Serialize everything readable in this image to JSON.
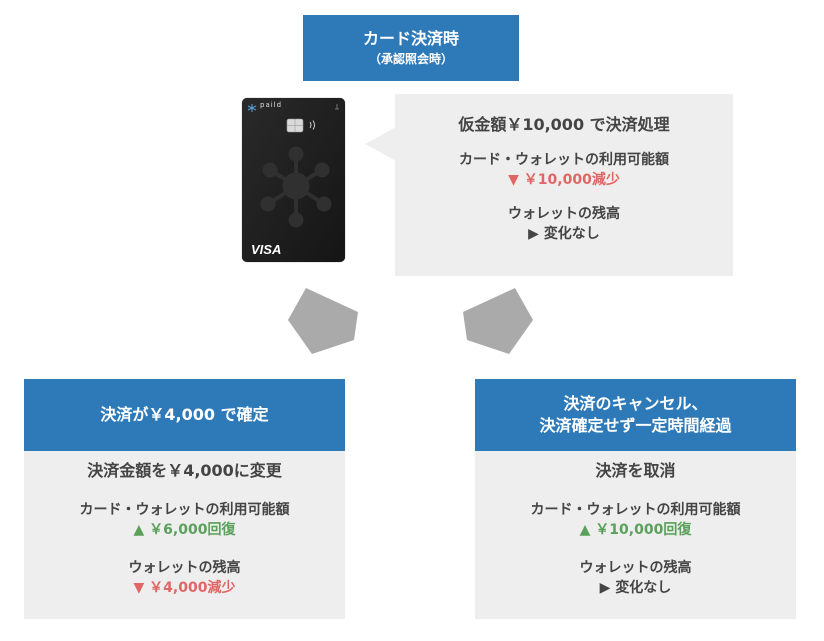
{
  "top": {
    "title": "カード決済時",
    "subtitle": "（承認照会時）"
  },
  "card": {
    "brand": "paild",
    "network": "VISA"
  },
  "auth_panel": {
    "heading": "仮金額￥10,000 で決済処理",
    "available_label": "カード・ウォレットの利用可能額",
    "available_change": "▼ ￥10,000減少",
    "wallet_label": "ウォレットの残高",
    "wallet_change": "▶ 変化なし"
  },
  "confirm": {
    "header": "決済が￥4,000 で確定",
    "heading": "決済金額を￥4,000に変更",
    "available_label": "カード・ウォレットの利用可能額",
    "available_change": "▲ ￥6,000回復",
    "wallet_label": "ウォレットの残高",
    "wallet_change": "▼ ￥4,000減少"
  },
  "cancel": {
    "header_line1": "決済のキャンセル、",
    "header_line2": "決済確定せず一定時間経過",
    "heading": "決済を取消",
    "available_label": "カード・ウォレットの利用可能額",
    "available_change": "▲ ￥10,000回復",
    "wallet_label": "ウォレットの残高",
    "wallet_change": "▶ 変化なし"
  },
  "colors": {
    "header_blue": "#2e7ab8",
    "panel_gray": "#eeeeee",
    "increase_green": "#5aa05a",
    "decrease_red": "#e06666",
    "arrow_gray": "#aaaaaa"
  }
}
